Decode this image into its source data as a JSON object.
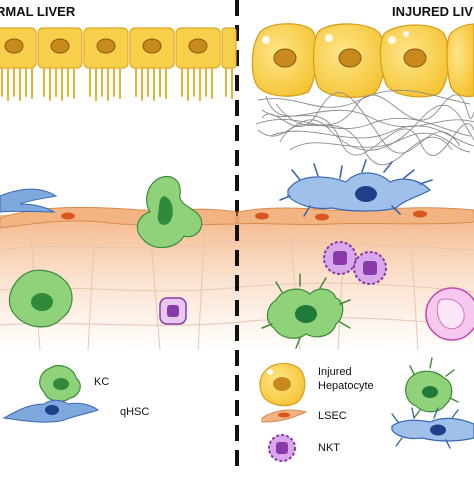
{
  "titles": {
    "normal": "RMAL LIVER",
    "injured": "INJURED LIV"
  },
  "legend": {
    "kc": "KC",
    "qhsc": "qHSC",
    "injured_hepatocyte_line1": "Injured",
    "injured_hepatocyte_line2": "Hepatocyte",
    "lsec": "LSEC",
    "nkt": "NKT"
  },
  "colors": {
    "hepatocyte": "#f7cf4a",
    "hepatocyte_nucleus": "#c98a1c",
    "lsec": "#f2b482",
    "lsec_nucleus": "#d9571f",
    "kc": "#6fbf5a",
    "kc_nucleus": "#1f7a3a",
    "hsc": "#7ea8de",
    "hsc_nucleus": "#1f3f8a",
    "nkt": "#a23fb8",
    "neutrophil": "#f2b8e6"
  }
}
